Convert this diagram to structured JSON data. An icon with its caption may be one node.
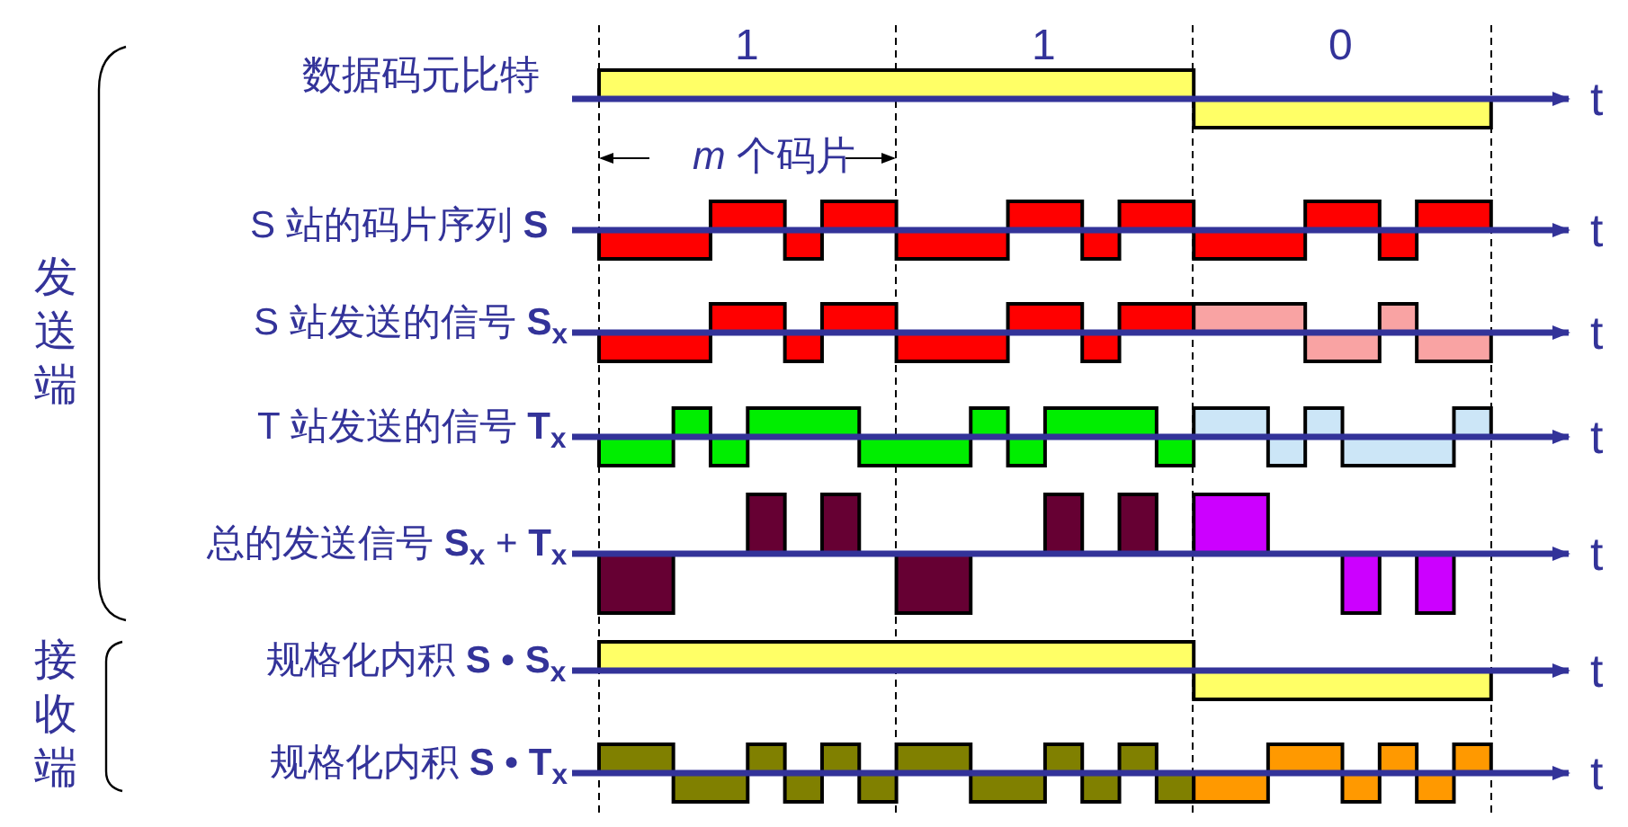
{
  "diagram": {
    "labels": [
      "1",
      "1",
      "0",
      "数据码元比特",
      "t",
      "*m* 个码片",
      "S 站的码片序列 **S**",
      "t",
      "发送端",
      "S 站发送的信号 **S**$_{x}$",
      "t",
      "T 站发送的信号 **T**$_{x}$",
      "t",
      "总的发送信号 **S**$_{x}$ + **T**$_{x}$",
      "t",
      "接收端",
      "规格化内积 **S • S**$_{x}$",
      "t",
      "规格化内积 **S • T**$_{x}$",
      "t"
    ]
  }
}
